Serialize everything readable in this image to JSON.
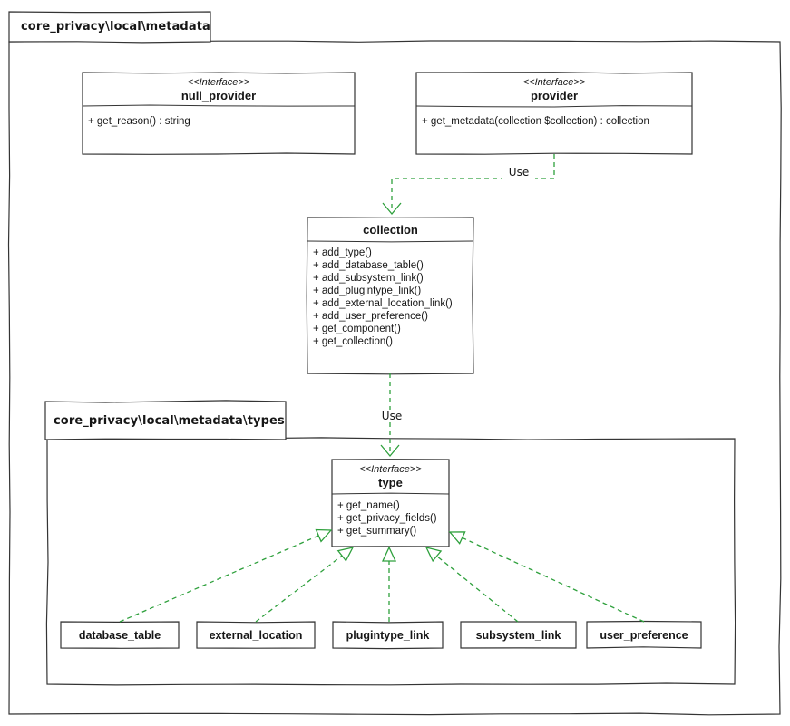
{
  "diagram": {
    "packages": {
      "metadata": {
        "title": "core_privacy\\local\\metadata"
      },
      "types": {
        "title": "core_privacy\\local\\metadata\\types"
      }
    },
    "classes": {
      "null_provider": {
        "stereotype": "<<Interface>>",
        "name": "null_provider",
        "methods": [
          "+ get_reason() : string"
        ]
      },
      "provider": {
        "stereotype": "<<Interface>>",
        "name": "provider",
        "methods": [
          "+ get_metadata(collection $collection) : collection"
        ]
      },
      "collection": {
        "name": "collection",
        "methods": [
          "+ add_type()",
          "+ add_database_table()",
          "+ add_subsystem_link()",
          "+ add_plugintype_link()",
          "+ add_external_location_link()",
          "+ add_user_preference()",
          "+ get_component()",
          "+ get_collection()"
        ]
      },
      "type": {
        "stereotype": "<<Interface>>",
        "name": "type",
        "methods": [
          "+ get_name()",
          "+ get_privacy_fields()",
          "+ get_summary()"
        ]
      },
      "database_table": {
        "name": "database_table"
      },
      "external_location": {
        "name": "external_location"
      },
      "plugintype_link": {
        "name": "plugintype_link"
      },
      "subsystem_link": {
        "name": "subsystem_link"
      },
      "user_preference": {
        "name": "user_preference"
      }
    },
    "edges": {
      "provider_to_collection": {
        "label": "Use",
        "type": "dependency"
      },
      "collection_to_type": {
        "label": "Use",
        "type": "dependency"
      },
      "realizations": [
        "database_table implements type",
        "external_location implements type",
        "plugintype_link implements type",
        "subsystem_link implements type",
        "user_preference implements type"
      ]
    },
    "colors": {
      "edge_green": "#2ea03c",
      "border": "#343434",
      "background": "#ffffff",
      "text": "#161616"
    }
  }
}
